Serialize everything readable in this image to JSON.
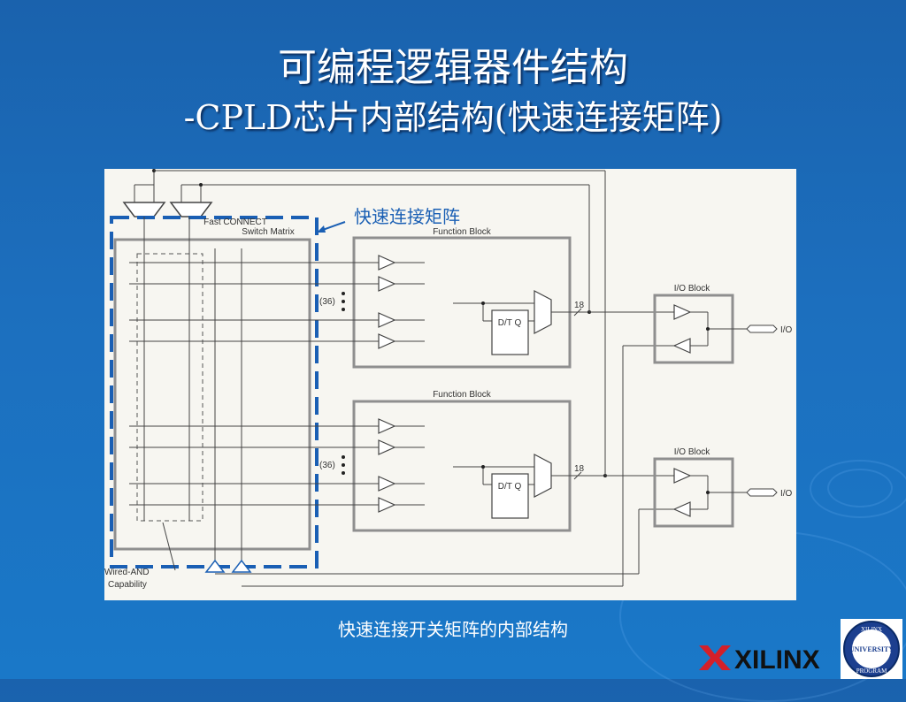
{
  "slide": {
    "title": "可编程逻辑器件结构",
    "subtitle": "-CPLD芯片内部结构(快速连接矩阵)",
    "caption": "快速连接开关矩阵的内部结构"
  },
  "diagram": {
    "callout": "快速连接矩阵",
    "switch_matrix_label_1": "Fast CONNECT",
    "switch_matrix_label_2": "Switch Matrix",
    "function_block_label": "Function Block",
    "io_block_label": "I/O Block",
    "bus_count": "(36)",
    "register_label": "D/T Q",
    "bus_width": "18",
    "io_label": "I/O",
    "wired_and_1": "Wired-AND",
    "wired_and_2": "Capability"
  },
  "branding": {
    "xilinx": "XILINX",
    "univ_top": "XILINX",
    "univ_mid": "UNIVERSITY",
    "univ_bottom": "PROGRAM"
  },
  "colors": {
    "callout": "#1a5fb4",
    "matrix_dash": "#1a5fb4",
    "block_stroke": "#8a8a8a",
    "wire": "#444444"
  }
}
